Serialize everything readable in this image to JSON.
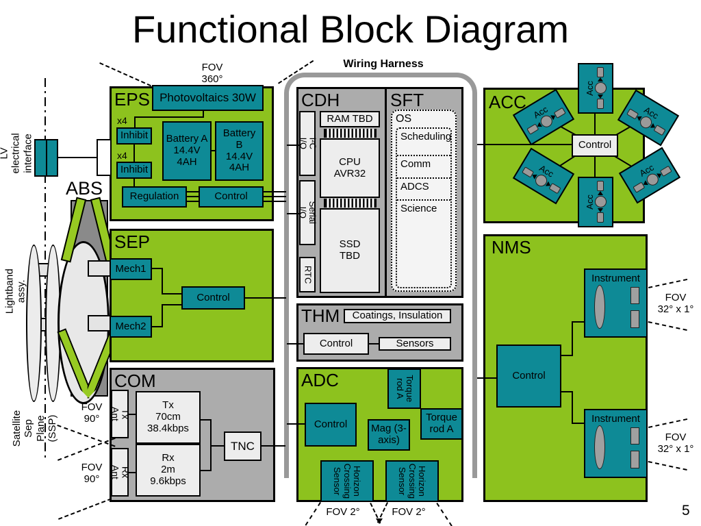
{
  "title": "Functional Block Diagram",
  "page_number": "5",
  "wiring_harness_label": "Wiring Harness",
  "colors": {
    "green": "#8dc21e",
    "teal": "#0e8a96",
    "gray_block": "#acacac",
    "light_box": "#ededed",
    "harness_gray": "#999999"
  },
  "left_rail": {
    "lv_interface": "LV electrical\ninterface",
    "abs": "ABS",
    "lightband": "Lightband assy.",
    "ssp": "Satellite Sep Plane (SSP)"
  },
  "fov": {
    "eps": "FOV\n360°",
    "com_tx": "FOV\n90°",
    "com_rx": "FOV\n90°",
    "adc_left": "FOV  2°",
    "adc_right": "FOV  2°",
    "nms_top": "FOV\n32° x 1°",
    "nms_bottom": "FOV\n32° x 1°"
  },
  "eps": {
    "label": "EPS",
    "photovoltaics": "Photovoltaics 30W",
    "x4_top": "x4",
    "x4_bottom": "x4",
    "inhibit_top": "Inhibit",
    "inhibit_bottom": "Inhibit",
    "battery_a": "Battery A\n14.4V\n4AH",
    "battery_b": "Battery\nB\n14.4V\n4AH",
    "regulation": "Regulation",
    "control": "Control"
  },
  "sep": {
    "label": "SEP",
    "mech1": "Mech1",
    "mech2": "Mech2",
    "control": "Control"
  },
  "com": {
    "label": "COM",
    "tx_ant": "Tx Ant",
    "rx_ant": "Rx Ant",
    "tx": "Tx\n70cm\n38.4kbps",
    "rx": "Rx\n2m\n9.6kbps",
    "tnc": "TNC"
  },
  "cdh": {
    "label": "CDH",
    "ram": "RAM TBD",
    "i2c": "I²C I/O",
    "serial": "Serial I/O",
    "rtc": "RTC",
    "cpu": "CPU\nAVR32",
    "ssd": "SSD\nTBD"
  },
  "sft": {
    "label": "SFT",
    "os": "OS",
    "modules": [
      "Scheduling",
      "Comm",
      "ADCS",
      "Science"
    ]
  },
  "thm": {
    "label": "THM",
    "coatings": "Coatings, Insulation",
    "control": "Control",
    "sensors": "Sensors"
  },
  "adc": {
    "label": "ADC",
    "control": "Control",
    "mag": "Mag (3-\naxis)",
    "torque_rod_vertical": "Torque\nrod A",
    "torque_rod_horizontal": "Torque\nrod A",
    "horizon_sensor_left": "Horizon\nCrossing\nSensor",
    "horizon_sensor_right": "Horizon\nCrossing\nSensor"
  },
  "acc": {
    "label": "ACC",
    "control": "Control",
    "sensors": [
      "Acc",
      "Acc",
      "Acc",
      "Acc",
      "Acc",
      "Acc"
    ]
  },
  "nms": {
    "label": "NMS",
    "control": "Control",
    "instrument_top": "Instrument",
    "instrument_bottom": "Instrument"
  }
}
